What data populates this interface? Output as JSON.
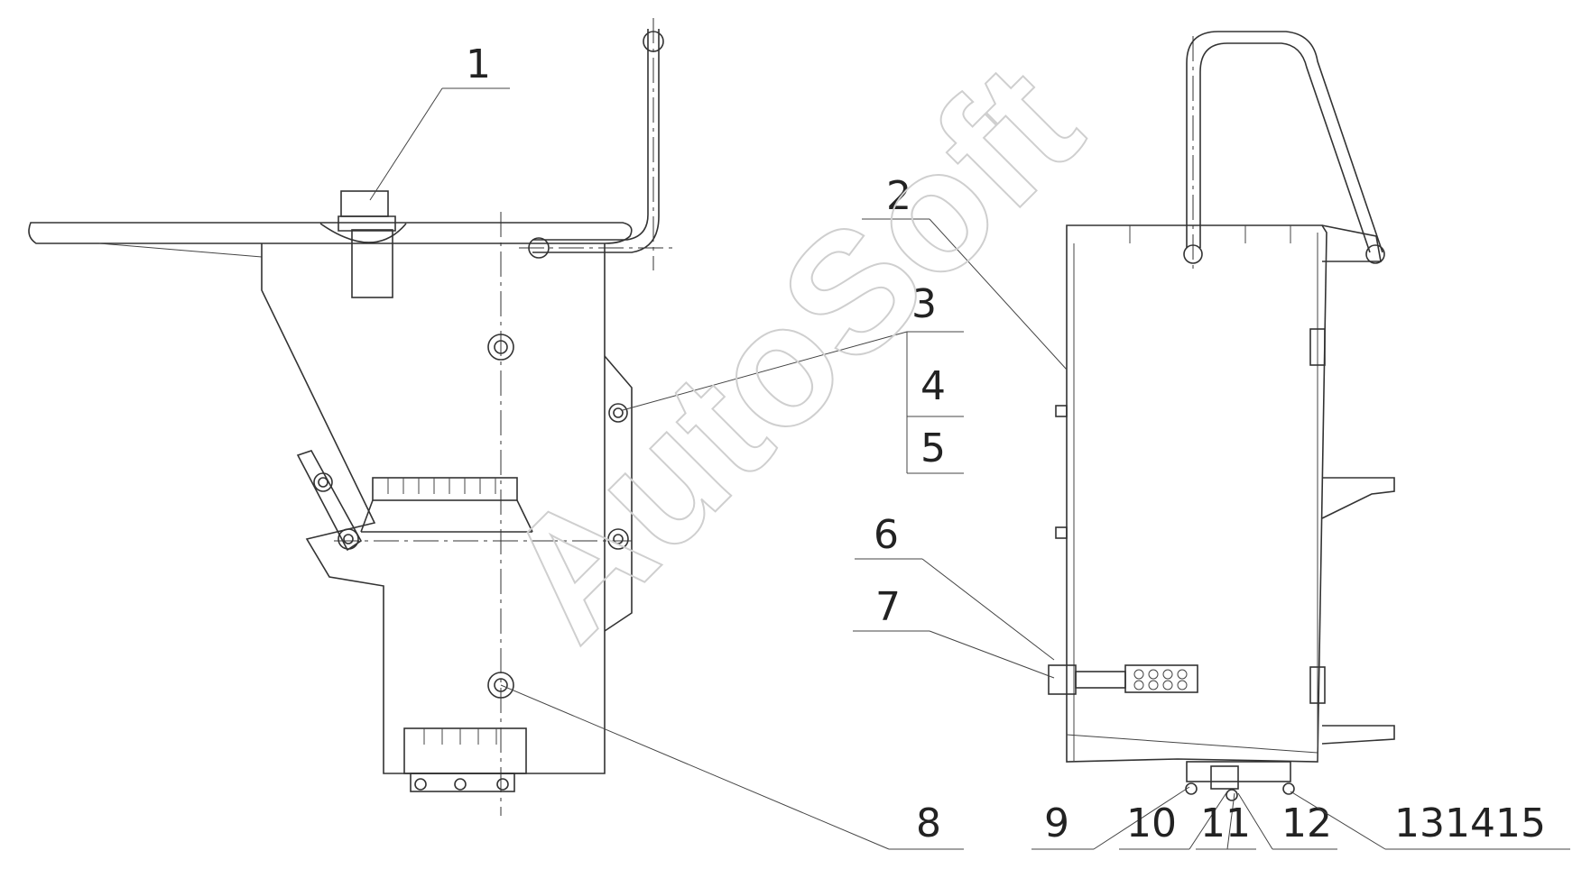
{
  "watermark": "AutoSoft",
  "callouts": {
    "c1": "1",
    "c2": "2",
    "c3": "3",
    "c4": "4",
    "c5": "5",
    "c6": "6",
    "c7": "7",
    "c8": "8",
    "c9": "9",
    "c10": "10",
    "c11": "11",
    "c12": "12",
    "c131415": "131415"
  }
}
